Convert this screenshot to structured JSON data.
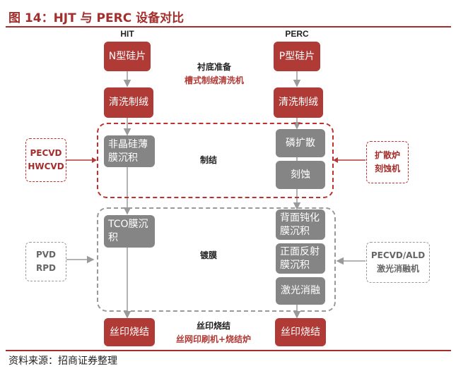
{
  "title": "图 14：HJT 与 PERC 设备对比",
  "source": "资料来源：招商证券整理",
  "columns": {
    "hjt": "HIT",
    "perc": "PERC"
  },
  "hjt_steps": [
    "N型硅片",
    "清洗制绒",
    "非晶硅薄膜沉积",
    "TCO膜沉积",
    "丝印烧结"
  ],
  "perc_steps": [
    "P型硅片",
    "清洗制绒",
    "磷扩散",
    "刻蚀",
    "背面钝化膜沉积",
    "正面反射膜沉积",
    "激光消融",
    "丝印烧结"
  ],
  "stages": {
    "substrate": {
      "label": "衬底准备",
      "equipment": "槽式制绒清洗机"
    },
    "junction": {
      "label": "制结"
    },
    "coating": {
      "label": "镀膜"
    },
    "printing": {
      "label": "丝印烧结",
      "equipment": "丝网印刷机+烧结炉"
    }
  },
  "side_equipment": {
    "hjt_junction": [
      "PECVD",
      "HWCVD"
    ],
    "hjt_coating": [
      "PVD",
      "RPD"
    ],
    "perc_junction": [
      "扩散炉",
      "刻蚀机"
    ],
    "perc_coating": [
      "PECVD/ALD",
      "激光消融机"
    ]
  },
  "colors": {
    "accent": "#a32e2c",
    "process_box": "#b03a36",
    "gray_box": "#858585"
  }
}
